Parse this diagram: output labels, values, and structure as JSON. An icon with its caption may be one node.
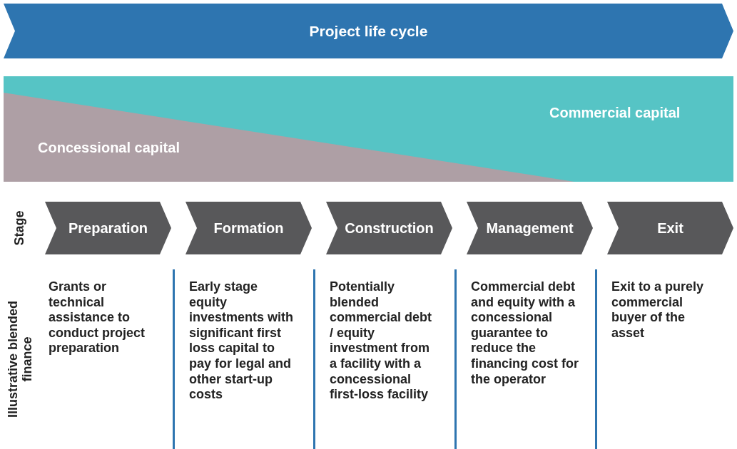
{
  "diagram": {
    "nodes": [
      {
        "text": [
          "Project life cycle"
        ]
      },
      {
        "text": [
          "Commercial capital"
        ]
      },
      {
        "text": [
          "Concessional capital"
        ],
        "in": 1
      },
      {
        "text": [
          "Preparation"
        ]
      },
      {
        "text": [
          "Formation"
        ]
      },
      {
        "text": [
          "Construction"
        ]
      },
      {
        "text": [
          "Management"
        ]
      },
      {
        "text": [
          "Exit"
        ]
      }
    ],
    "labels": [
      "Stage",
      "Illustrative blended finance",
      "Grants or technical assistance to conduct project preparation",
      "Early stage equity investments with significant first loss capital to pay for legal and other start-up costs",
      "Potentially blended commercial debt / equity investment from a facility with a concessional first-loss facility",
      "Commercial debt and equity with a concessional guarantee to reduce the financing cost for the operator",
      "Exit to a purely commercial buyer of the asset"
    ]
  }
}
